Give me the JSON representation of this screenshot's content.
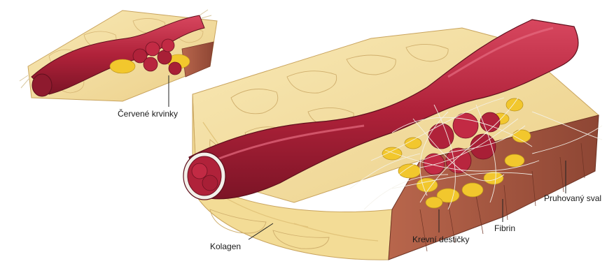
{
  "labels": {
    "red_cells": "Červené krvinky",
    "striated_muscle": "Pruhovaný sval",
    "fibrin": "Fibrin",
    "platelets": "Krevní destičky",
    "collagen": "Kolagen"
  },
  "colors": {
    "tissue_light": "#f6e3a6",
    "tissue_mid": "#efd48a",
    "tissue_line": "#c9a45e",
    "vessel_red": "#b0223a",
    "vessel_dark": "#7c1426",
    "vessel_light": "#d8475f",
    "muscle": "#a4553f",
    "platelet": "#f2c72d",
    "fibrin": "#f4f2ea",
    "leader": "#222222"
  }
}
